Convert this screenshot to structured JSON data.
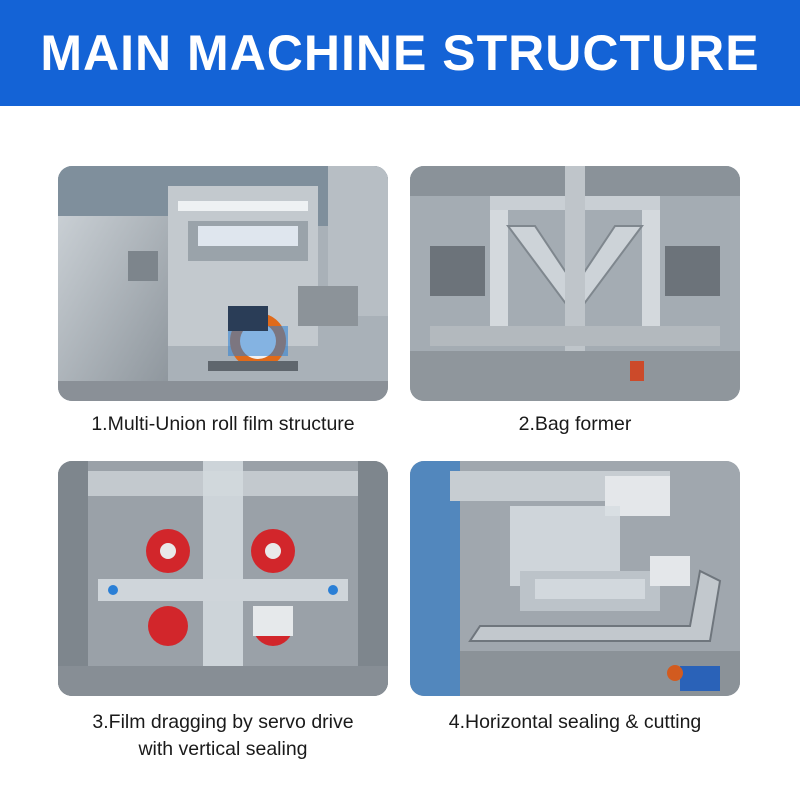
{
  "header": {
    "title": "MAIN MACHINE STRUCTURE",
    "background": "#1463d6"
  },
  "panels": [
    {
      "caption": "1.Multi-Union roll film structure",
      "image": "roll-film-structure-photo"
    },
    {
      "caption": "2.Bag former",
      "image": "bag-former-photo"
    },
    {
      "caption_lines": [
        "3.Film dragging by servo drive",
        "with vertical sealing"
      ],
      "image": "servo-film-dragging-photo"
    },
    {
      "caption": "4.Horizontal sealing & cutting",
      "image": "horizontal-sealing-cutting-photo"
    }
  ],
  "colors": {
    "steel": "#b9c0c6",
    "dark_steel": "#6f767d",
    "servo_red": "#d2262b",
    "accent_blue": "#2a7fd6"
  }
}
